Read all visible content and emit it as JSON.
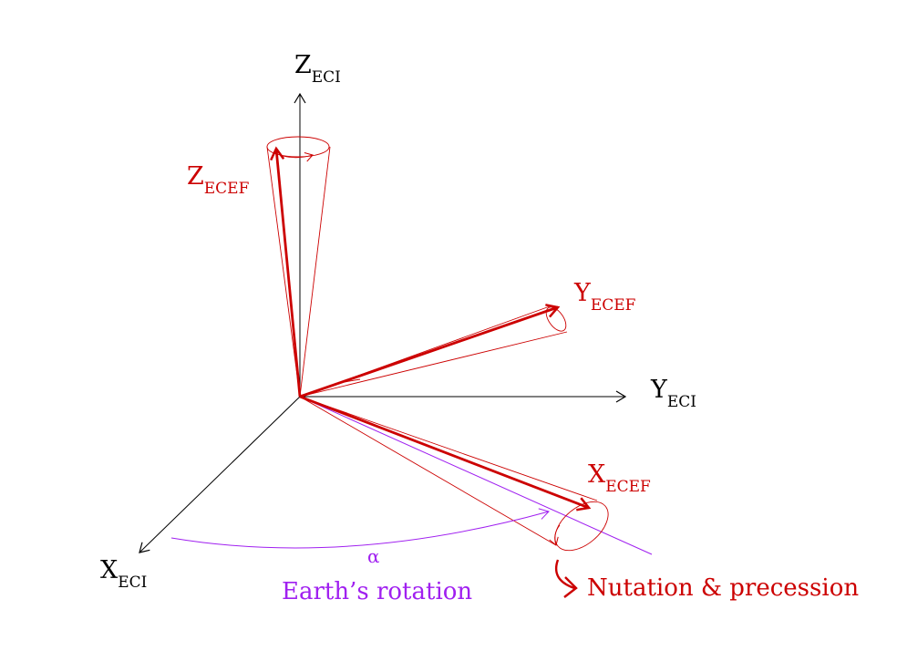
{
  "colors": {
    "eci": "#000000",
    "ecef": "#cc0000",
    "rotation": "#a020f0"
  },
  "labels": {
    "z_eci": {
      "main": "Z",
      "sub": "ECI"
    },
    "y_eci": {
      "main": "Y",
      "sub": "ECI"
    },
    "x_eci": {
      "main": "X",
      "sub": "ECI"
    },
    "z_ecef": {
      "main": "Z",
      "sub": "ECEF"
    },
    "y_ecef": {
      "main": "Y",
      "sub": "ECEF"
    },
    "x_ecef": {
      "main": "X",
      "sub": "ECEF"
    }
  },
  "annotations": {
    "alpha": "α",
    "earth_rotation": "Earth’s rotation",
    "nutation_precession": "Nutation & precession"
  }
}
